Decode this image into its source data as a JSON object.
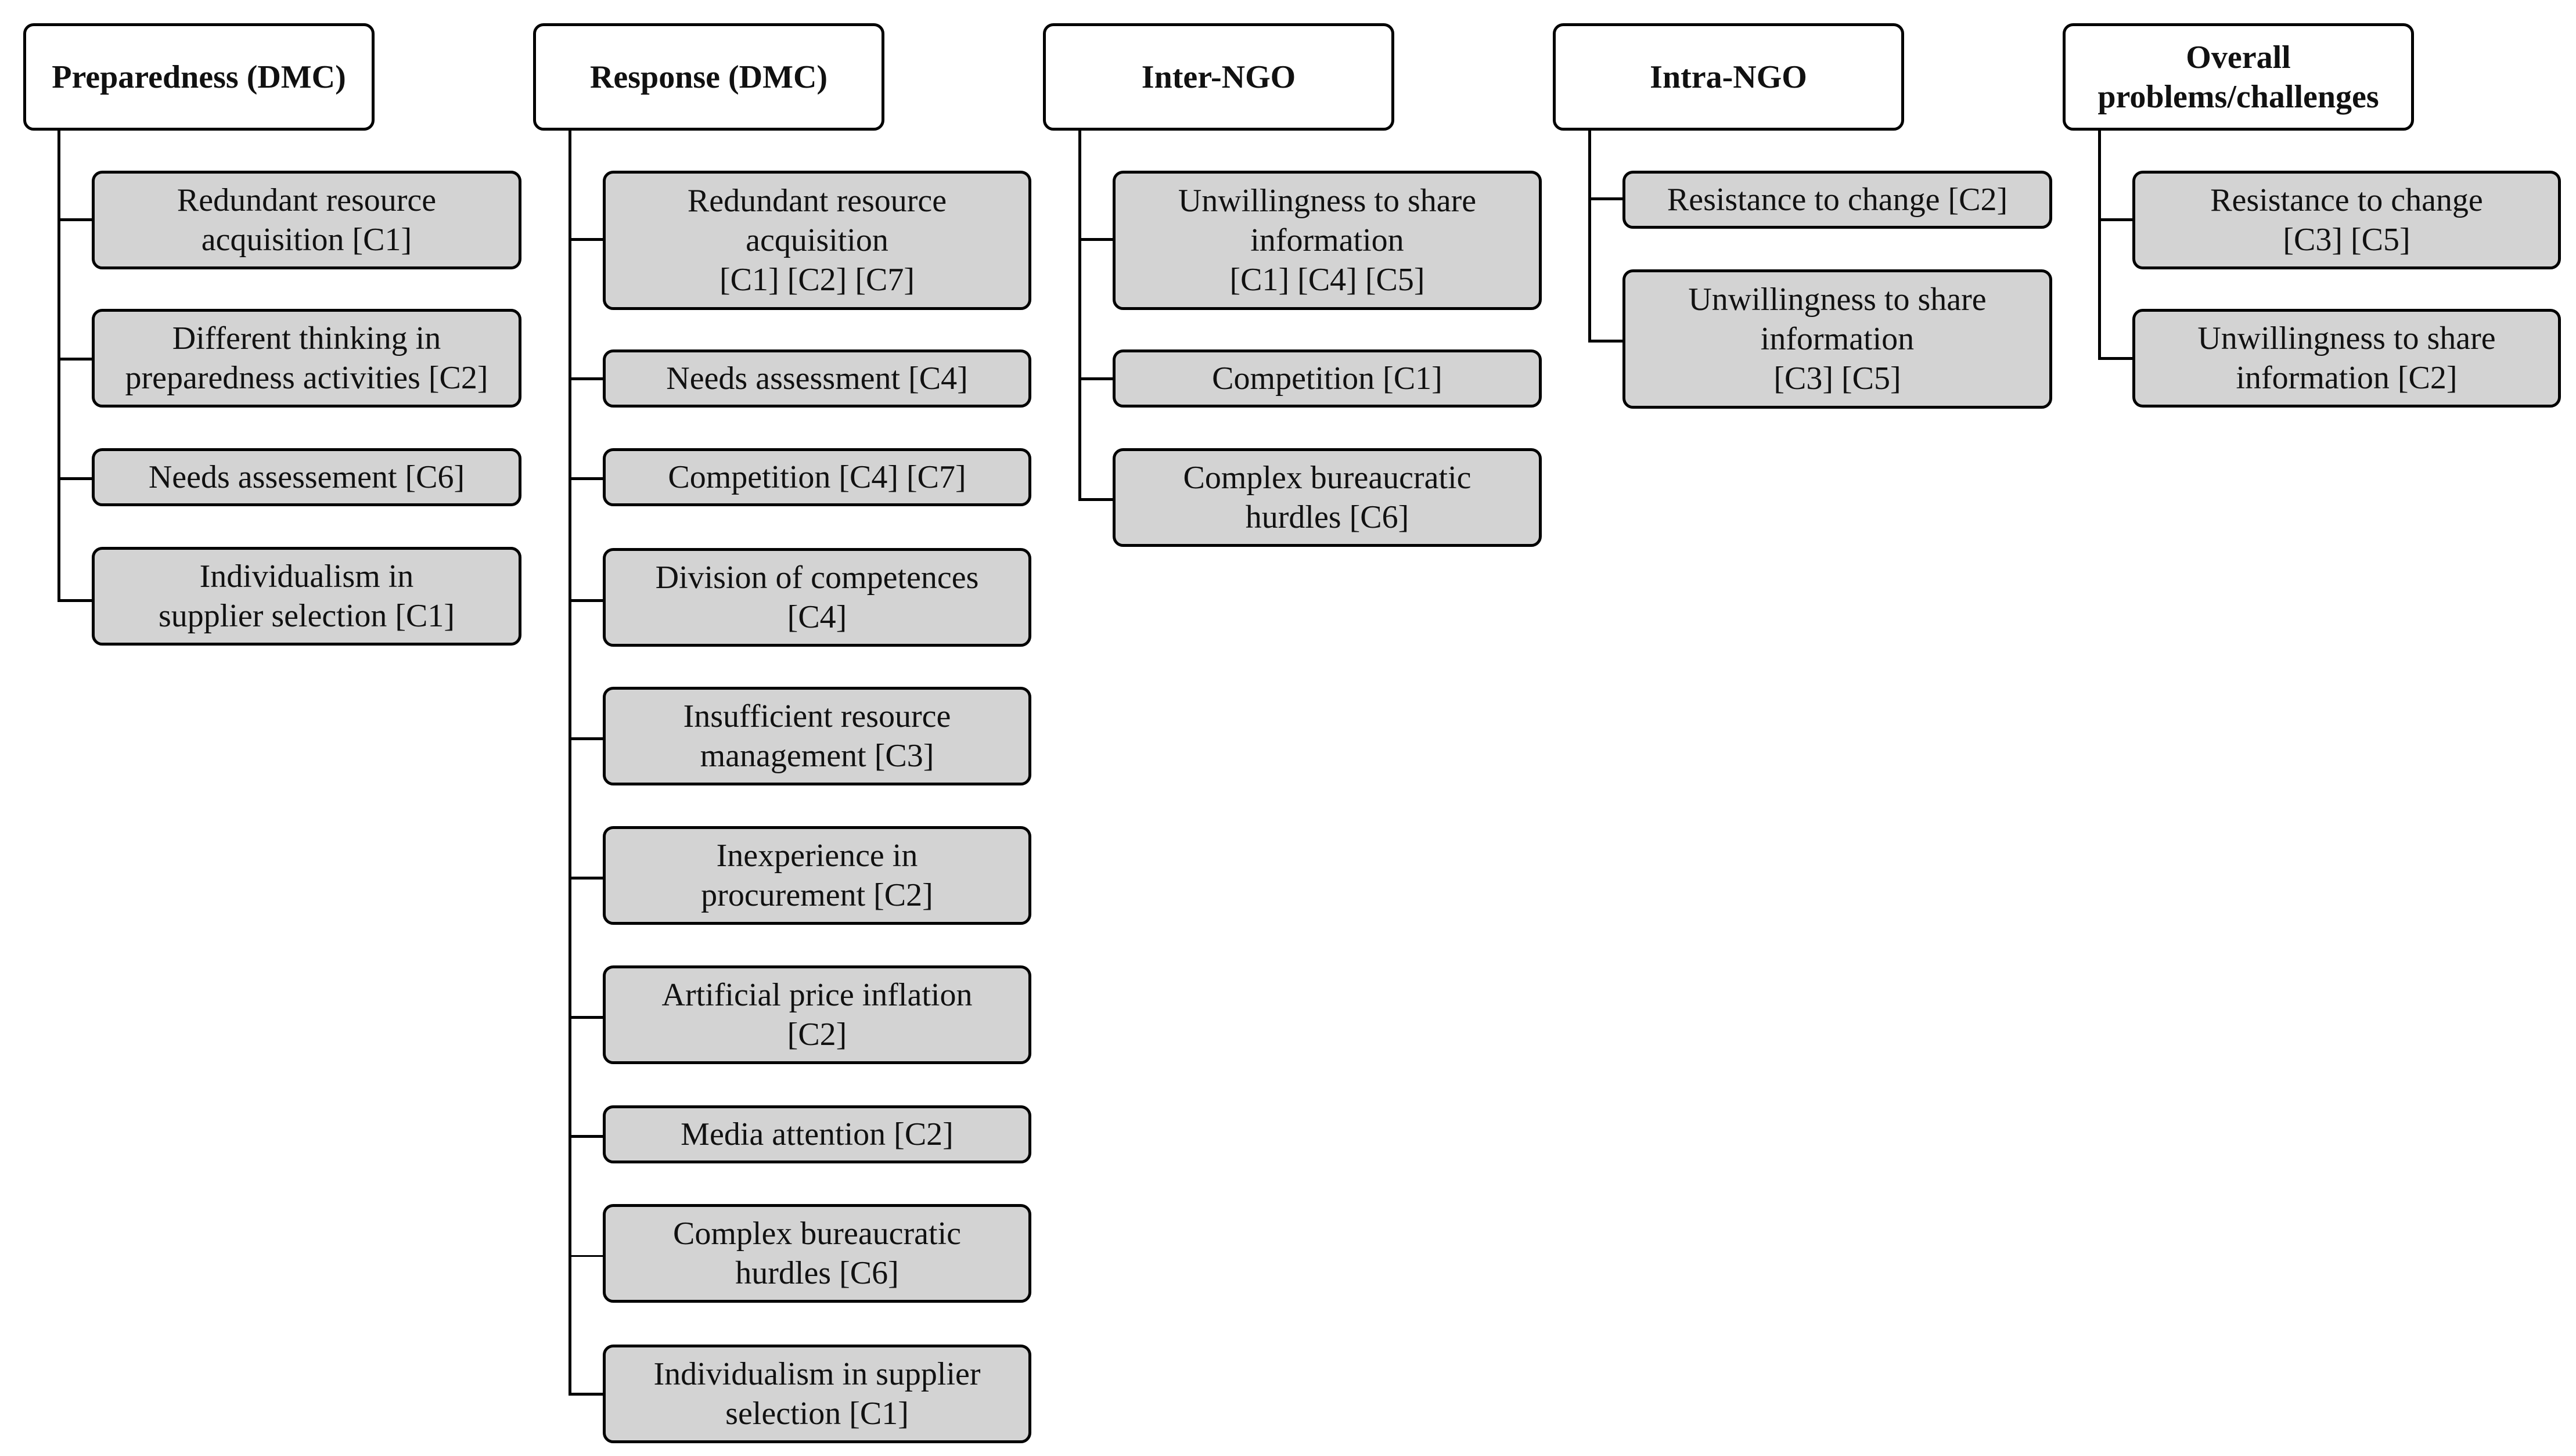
{
  "columns": [
    {
      "header": "Preparedness (DMC)",
      "items": [
        "Redundant resource\nacquisition [C1]",
        "Different thinking in\npreparedness activities [C2]",
        "Needs assessement [C6]",
        "Individualism in\nsupplier selection [C1]"
      ]
    },
    {
      "header": "Response (DMC)",
      "items": [
        "Redundant resource\nacquisition\n[C1] [C2] [C7]",
        "Needs assessment [C4]",
        "Competition [C4] [C7]",
        "Division of competences\n[C4]",
        "Insufficient resource\nmanagement [C3]",
        "Inexperience in\nprocurement [C2]",
        "Artificial price inflation\n[C2]",
        "Media attention [C2]",
        "Complex bureaucratic\nhurdles [C6]",
        "Individualism in supplier\nselection [C1]"
      ]
    },
    {
      "header": "Inter-NGO",
      "items": [
        "Unwillingness to share\ninformation\n[C1] [C4] [C5]",
        "Competition [C1]",
        "Complex bureaucratic\nhurdles [C6]"
      ]
    },
    {
      "header": "Intra-NGO",
      "items": [
        "Resistance to change [C2]",
        "Unwillingness to share\ninformation\n[C3] [C5]"
      ]
    },
    {
      "header": "Overall\nproblems/challenges",
      "items": [
        "Resistance to change\n[C3] [C5]",
        "Unwillingness to share\ninformation [C2]"
      ]
    }
  ]
}
